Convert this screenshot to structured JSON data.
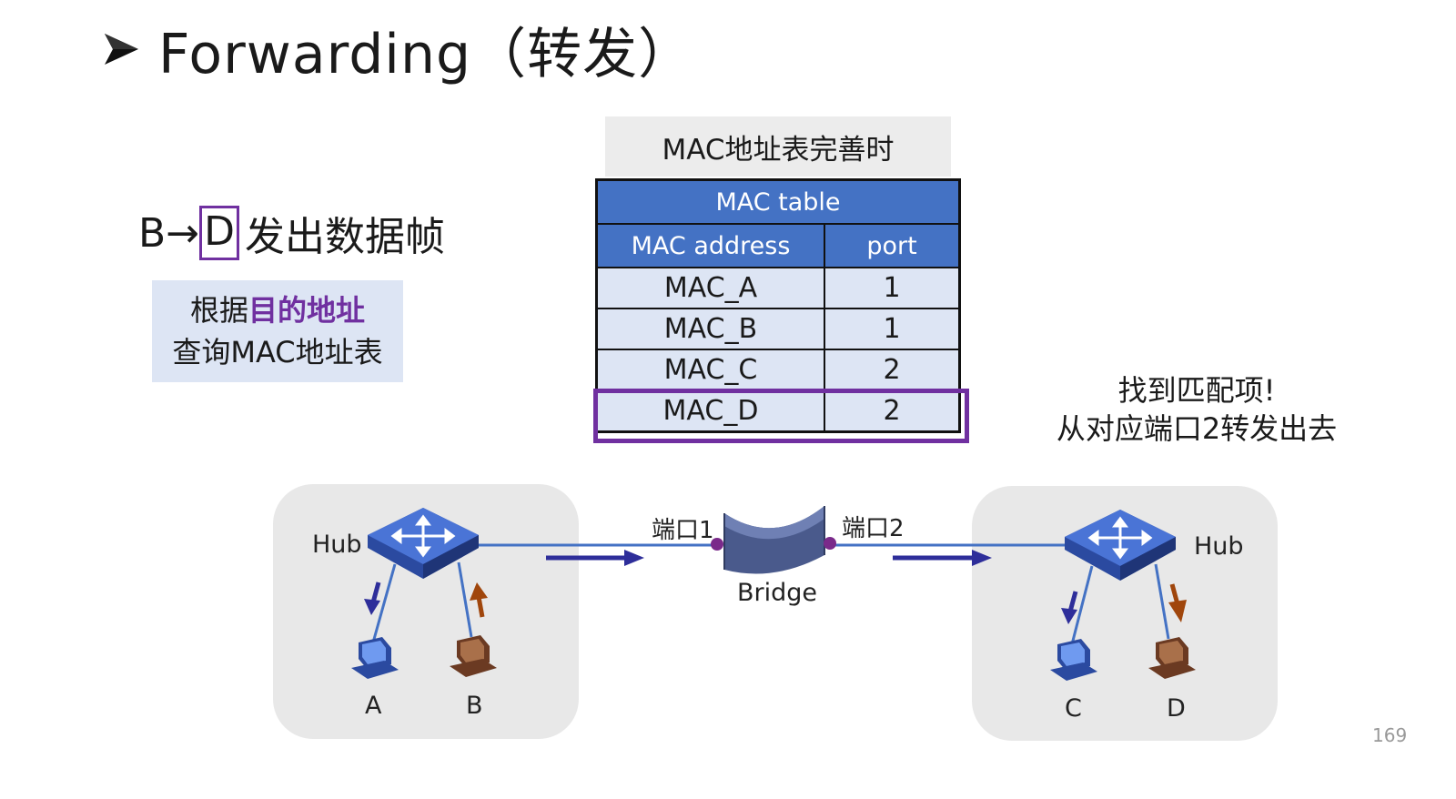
{
  "slide": {
    "title": "Forwarding（转发）",
    "page_number": "169"
  },
  "left": {
    "frame_prefix": "B→",
    "frame_dest": "D",
    "frame_suffix": "发出数据帧",
    "lookup_line1_prefix": "根据",
    "lookup_line1_emph": "目的地址",
    "lookup_line2": "查询MAC地址表"
  },
  "table": {
    "label": "MAC地址表完善时",
    "title": "MAC table",
    "col_address": "MAC address",
    "col_port": "port",
    "rows": [
      {
        "address": "MAC_A",
        "port": "1"
      },
      {
        "address": "MAC_B",
        "port": "1"
      },
      {
        "address": "MAC_C",
        "port": "2"
      },
      {
        "address": "MAC_D",
        "port": "2"
      }
    ],
    "highlighted_row": 3
  },
  "note": {
    "line1": "找到匹配项!",
    "line2": "从对应端口2转发出去"
  },
  "network": {
    "hub_left_label": "Hub",
    "hub_right_label": "Hub",
    "bridge_label": "Bridge",
    "port1_label": "端口1",
    "port2_label": "端口2",
    "host_a": "A",
    "host_b": "B",
    "host_c": "C",
    "host_d": "D"
  },
  "colors": {
    "accent_purple": "#7030a0",
    "table_header_blue": "#4472c4",
    "table_row_blue": "#dde5f4",
    "link_blue": "#4472c4",
    "arrow_navy": "#2e2e9a",
    "arrow_brown": "#a0460c"
  }
}
